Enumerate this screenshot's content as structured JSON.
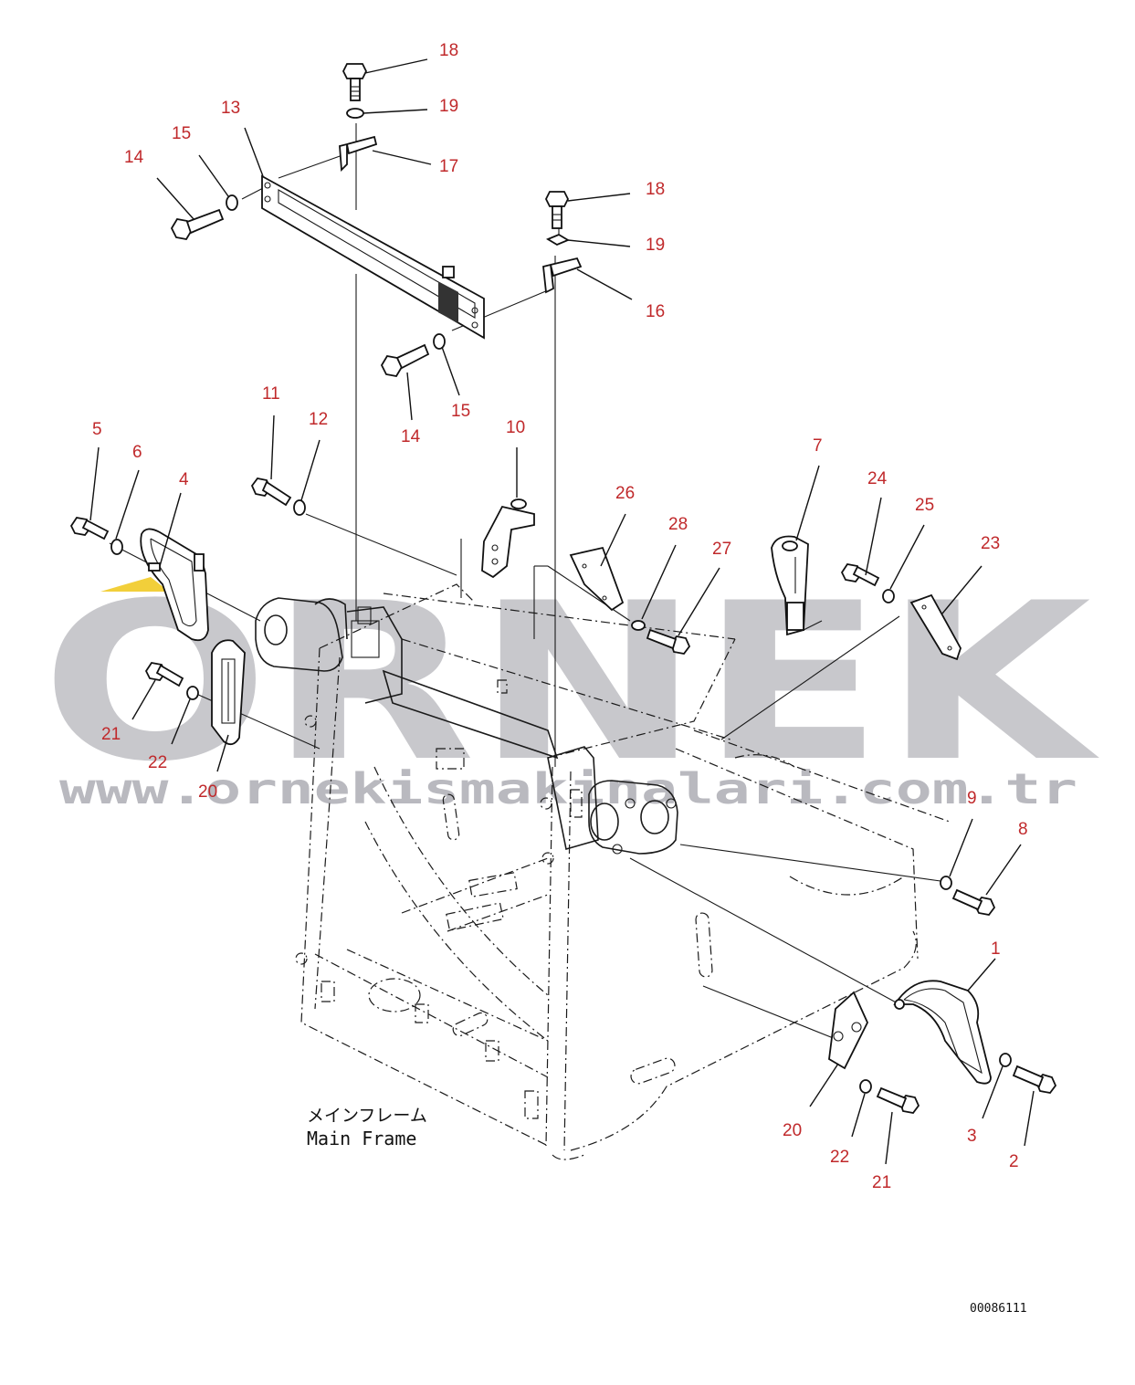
{
  "watermark": {
    "brand": "ORNEK",
    "url": "www.ornekismakinalari.com.tr",
    "accent_color": "#f2cf3a",
    "text_color": "#c8c8cc"
  },
  "frame_label": {
    "japanese": "メインフレーム",
    "english": "Main Frame"
  },
  "drawing_number": "00086111",
  "callout_color": "#c0292b",
  "callouts": [
    "18",
    "19",
    "17",
    "13",
    "15",
    "14",
    "18",
    "19",
    "16",
    "14",
    "15",
    "11",
    "12",
    "5",
    "6",
    "4",
    "10",
    "26",
    "28",
    "27",
    "7",
    "24",
    "25",
    "23",
    "21",
    "22",
    "20",
    "9",
    "8",
    "1",
    "20",
    "22",
    "21",
    "3",
    "2"
  ]
}
